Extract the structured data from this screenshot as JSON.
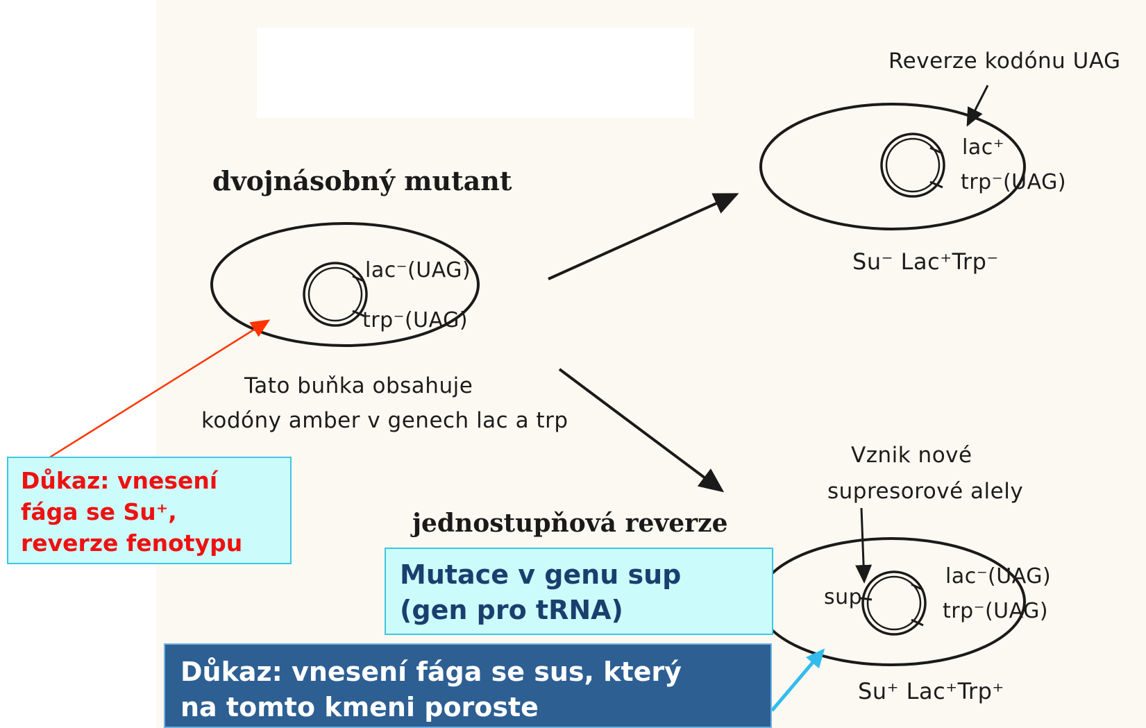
{
  "top_right_cell": {
    "annotation": "Reverze kodónu UAG",
    "gene_1": "lac⁺",
    "gene_2": "trp⁻(UAG)",
    "phenotype": "Su⁻ Lac⁺Trp⁻"
  },
  "left_cell": {
    "title": "dvojnásobný mutant",
    "gene_1": "lac⁻(UAG)",
    "gene_2": "trp⁻(UAG)",
    "caption_line1": "Tato buňka obsahuje",
    "caption_line2": "kodóny amber v genech lac a trp"
  },
  "bottom_right_cell": {
    "annotation_line1": "Vznik nové",
    "annotation_line2": "supresorové alely",
    "sup_label": "sup",
    "gene_1": "lac⁻(UAG)",
    "gene_2": "trp⁻(UAG)",
    "phenotype": "Su⁺ Lac⁺Trp⁺"
  },
  "single_step_title": "jednostupňová reverze",
  "callouts": {
    "red": [
      "Důkaz: vnesení",
      "fága se Su⁺,",
      "reverze fenotypu"
    ],
    "cyan": [
      "Mutace v genu sup",
      "(gen pro tRNA)"
    ],
    "blue": [
      "Důkaz: vnesení fága se sus, který",
      "na tomto kmeni poroste"
    ]
  },
  "colors": {
    "red_text": "#ee1111",
    "red_arrow": "#ff3300",
    "cyan_box": "#ccfbfb",
    "blue_box": "#2d5f93",
    "blue_arrow": "#33bbee"
  }
}
